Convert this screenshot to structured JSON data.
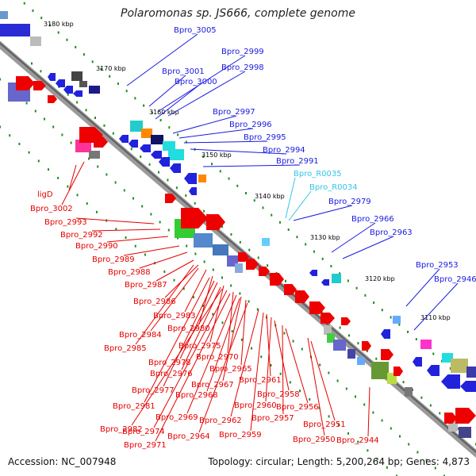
{
  "title": "Polaromonas sp. JS666, complete genome",
  "footer": {
    "accession": "Accession: NC_007948",
    "summary": "Topology: circular; Length: 5,200,264 bp; Genes: 4,873"
  },
  "colors": {
    "forward_label": "#1a1ae0",
    "rna_label": "#33c6e6",
    "reverse_label": "#e60000",
    "backbone": "#7a7a7a",
    "tick": "#228b22"
  },
  "scale_ticks": [
    "3180 kbp",
    "3170 kbp",
    "3160 kbp",
    "3150 kbp",
    "3140 kbp",
    "3130 kbp",
    "3120 kbp",
    "3110 kbp"
  ],
  "forward_labels": [
    "Bpro_3005",
    "Bpro_2999",
    "Bpro_3001",
    "Bpro_2998",
    "Bpro_3000",
    "Bpro_2997",
    "Bpro_2996",
    "Bpro_2995",
    "Bpro_2994",
    "Bpro_2991",
    "Bpro_2979",
    "Bpro_2966",
    "Bpro_2963",
    "Bpro_2953",
    "Bpro_2946"
  ],
  "rna_labels": [
    "Bpro_R0035",
    "Bpro_R0034"
  ],
  "reverse_labels": [
    "ligD",
    "Bpro_3002",
    "Bpro_2993",
    "Bpro_2992",
    "Bpro_2990",
    "Bpro_2989",
    "Bpro_2988",
    "Bpro_2987",
    "Bpro_2986",
    "Bpro_2983",
    "Bpro_2980",
    "Bpro_2984",
    "Bpro_2985",
    "Bpro_2975",
    "Bpro_2970",
    "Bpro_2978",
    "Bpro_2976",
    "Bpro_2965",
    "Bpro_2967",
    "Bpro_2977",
    "Bpro_2968",
    "Bpro_2961",
    "Bpro_2958",
    "Bpro_2960",
    "Bpro_2981",
    "Bpro_2969",
    "Bpro_2962",
    "Bpro_2957",
    "Bpro_2956",
    "Bpro_2974",
    "Bpro_2982",
    "Bpro_2964",
    "Bpro_2959",
    "Bpro_2951",
    "Bpro_2971",
    "Bpro_2950",
    "Bpro_2944"
  ]
}
